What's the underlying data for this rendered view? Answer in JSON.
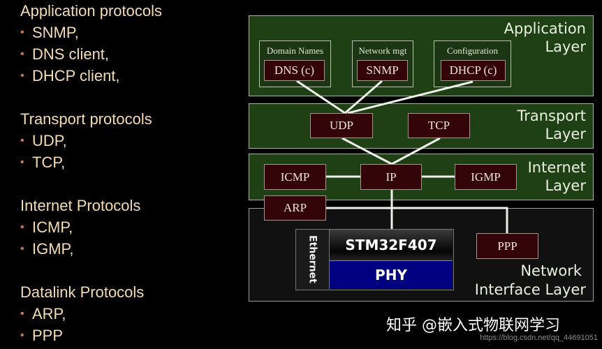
{
  "left_list": {
    "groups": [
      {
        "heading": "Application protocols",
        "items": [
          "SNMP,",
          "DNS client,",
          "DHCP client,"
        ]
      },
      {
        "heading": "Transport protocols",
        "items": [
          "UDP,",
          "TCP,"
        ]
      },
      {
        "heading": "Internet Protocols",
        "items": [
          "ICMP,",
          "IGMP,"
        ]
      },
      {
        "heading": "Datalink Protocols",
        "items": [
          "ARP,",
          "PPP"
        ]
      }
    ],
    "bullet": "•"
  },
  "layers": {
    "application": {
      "line1": "Application",
      "line2": "Layer"
    },
    "transport": {
      "line1": "Transport",
      "line2": "Layer"
    },
    "internet": {
      "line1": "Internet",
      "line2": "Layer"
    },
    "network": {
      "line1": "Network",
      "line2": "Interface Layer"
    }
  },
  "app_groups": [
    {
      "title": "Domain Names",
      "protocol": "DNS (c)"
    },
    {
      "title": "Network mgt",
      "protocol": "SNMP"
    },
    {
      "title": "Configuration",
      "protocol": "DHCP (c)"
    }
  ],
  "protocols": {
    "udp": "UDP",
    "tcp": "TCP",
    "icmp": "ICMP",
    "ip": "IP",
    "igmp": "IGMP",
    "arp": "ARP",
    "ppp": "PPP"
  },
  "hardware": {
    "ethernet": "Ethernet",
    "mcu": "STM32F407",
    "phy": "PHY"
  },
  "watermark": {
    "text": "知乎 @嵌入式物联网学习",
    "url": "https://blog.csdn.net/qq_44691051"
  },
  "colors": {
    "layer_green": "#1f3f14",
    "protocol_box": "#330508",
    "phy_blue": "#000080",
    "list_text": "#f3dcb3",
    "bullet": "#c8794f"
  }
}
